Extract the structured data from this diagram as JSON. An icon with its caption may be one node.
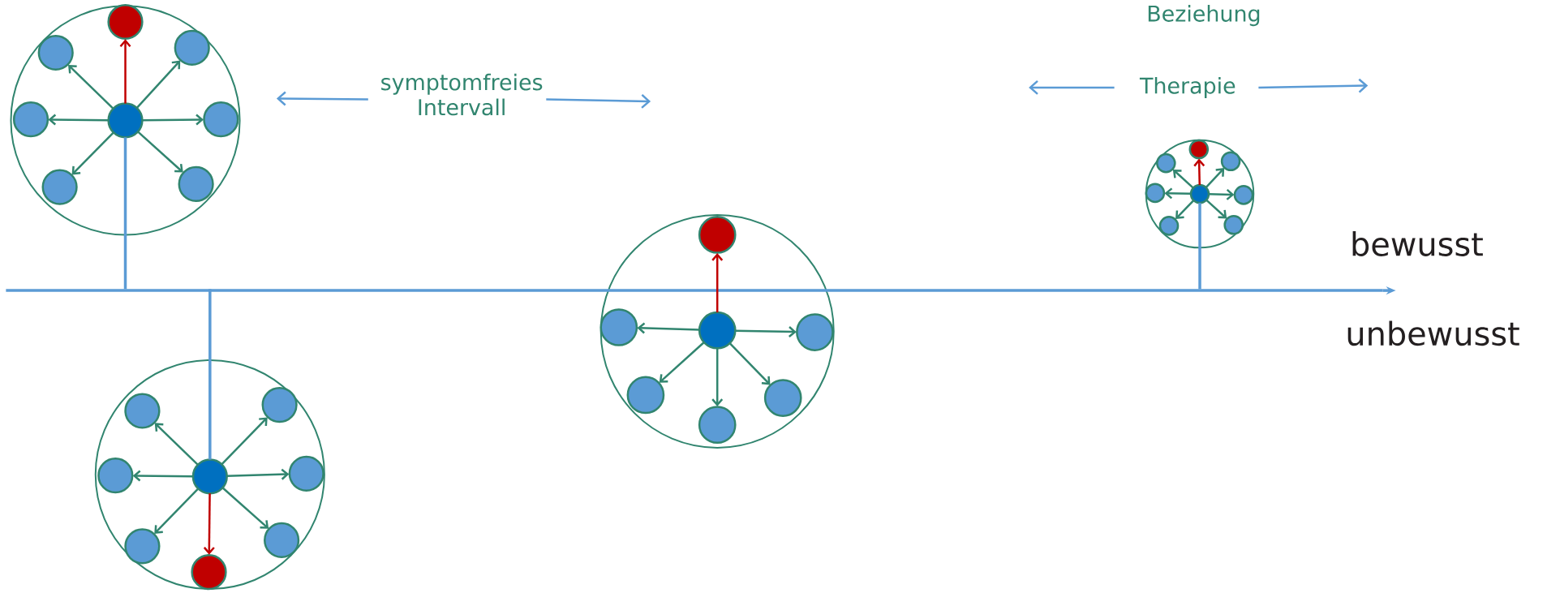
{
  "diagram": {
    "nodes": [
      {
        "text": [],
        "shape": "circle"
      },
      {
        "text": [],
        "shape": "circle",
        "in": 0
      },
      {
        "text": [],
        "shape": "circle",
        "in": 0
      },
      {
        "text": [],
        "shape": "circle",
        "in": 0
      },
      {
        "text": [],
        "shape": "circle",
        "in": 0
      },
      {
        "text": [],
        "shape": "circle",
        "in": 0
      },
      {
        "text": [],
        "shape": "circle",
        "in": 0
      },
      {
        "text": [],
        "shape": "circle",
        "in": 0
      },
      {
        "text": [],
        "shape": "circle",
        "in": 0
      },
      {
        "text": [],
        "shape": "circle"
      },
      {
        "text": [],
        "shape": "circle",
        "in": 9
      },
      {
        "text": [],
        "shape": "circle",
        "in": 9
      },
      {
        "text": [],
        "shape": "circle",
        "in": 9
      },
      {
        "text": [],
        "shape": "circle",
        "in": 9
      },
      {
        "text": [],
        "shape": "circle",
        "in": 9
      },
      {
        "text": [],
        "shape": "circle",
        "in": 9
      },
      {
        "text": [],
        "shape": "circle",
        "in": 9
      },
      {
        "text": [],
        "shape": "circle",
        "in": 9
      },
      {
        "text": [],
        "shape": "circle"
      },
      {
        "text": [],
        "shape": "circle",
        "in": 18
      },
      {
        "text": [],
        "shape": "circle",
        "in": 18
      },
      {
        "text": [],
        "shape": "circle",
        "in": 18
      },
      {
        "text": [],
        "shape": "circle",
        "in": 18
      },
      {
        "text": [],
        "shape": "circle",
        "in": 18
      },
      {
        "text": [],
        "shape": "circle",
        "in": 18
      },
      {
        "text": [],
        "shape": "circle",
        "in": 18
      },
      {
        "text": [],
        "shape": "circle"
      },
      {
        "text": [],
        "shape": "circle",
        "in": 26
      },
      {
        "text": [],
        "shape": "circle",
        "in": 26
      },
      {
        "text": [],
        "shape": "circle",
        "in": 26
      },
      {
        "text": [],
        "shape": "circle",
        "in": 26
      },
      {
        "text": [],
        "shape": "circle",
        "in": 26
      },
      {
        "text": [],
        "shape": "circle",
        "in": 26
      },
      {
        "text": [],
        "shape": "circle",
        "in": 26
      },
      {
        "text": [],
        "shape": "circle",
        "in": 26
      },
      {
        "text": [],
        "shape": "bar"
      }
    ],
    "edges": [
      {
        "from": 1,
        "to": 2,
        "arrow": "to",
        "color": "#c00000"
      },
      {
        "from": 1,
        "to": 3,
        "arrow": "to"
      },
      {
        "from": 1,
        "to": 4,
        "arrow": "to"
      },
      {
        "from": 1,
        "to": 5,
        "arrow": "to"
      },
      {
        "from": 1,
        "to": 6,
        "arrow": "to"
      },
      {
        "from": 1,
        "to": 7,
        "arrow": "to"
      },
      {
        "from": 1,
        "to": 8,
        "arrow": "to"
      },
      {
        "from": 10,
        "to": 11,
        "arrow": "to"
      },
      {
        "from": 10,
        "to": 12,
        "arrow": "to"
      },
      {
        "from": 10,
        "to": 13,
        "arrow": "to"
      },
      {
        "from": 10,
        "to": 14,
        "arrow": "to"
      },
      {
        "from": 10,
        "to": 15,
        "arrow": "to"
      },
      {
        "from": 10,
        "to": 16,
        "arrow": "to"
      },
      {
        "from": 10,
        "to": 17,
        "arrow": "to",
        "color": "#c00000"
      },
      {
        "from": 19,
        "to": 20,
        "arrow": "to",
        "color": "#c00000"
      },
      {
        "from": 19,
        "to": 21,
        "arrow": "to"
      },
      {
        "from": 19,
        "to": 22,
        "arrow": "to"
      },
      {
        "from": 19,
        "to": 23,
        "arrow": "to"
      },
      {
        "from": 19,
        "to": 24,
        "arrow": "to"
      },
      {
        "from": 19,
        "to": 25,
        "arrow": "to"
      },
      {
        "from": 27,
        "to": 28,
        "arrow": "to",
        "color": "#c00000"
      },
      {
        "from": 27,
        "to": 29,
        "arrow": "to"
      },
      {
        "from": 27,
        "to": 30,
        "arrow": "to"
      },
      {
        "from": 27,
        "to": 31,
        "arrow": "to"
      },
      {
        "from": 27,
        "to": 32,
        "arrow": "to"
      },
      {
        "from": 27,
        "to": 33,
        "arrow": "to"
      },
      {
        "from": 27,
        "to": 34,
        "arrow": "to"
      },
      {
        "from": 1,
        "to": 35,
        "arrow": "none",
        "color": "#5b9bd5"
      },
      {
        "from": 10,
        "to": 35,
        "arrow": "none",
        "color": "#5b9bd5"
      },
      {
        "from": 27,
        "to": 35,
        "arrow": "none",
        "color": "#5b9bd5"
      }
    ],
    "labels": [
      "Beziehung",
      "symptomfreies Intervall",
      "Therapie",
      "bewusst",
      "unbewusst"
    ]
  }
}
